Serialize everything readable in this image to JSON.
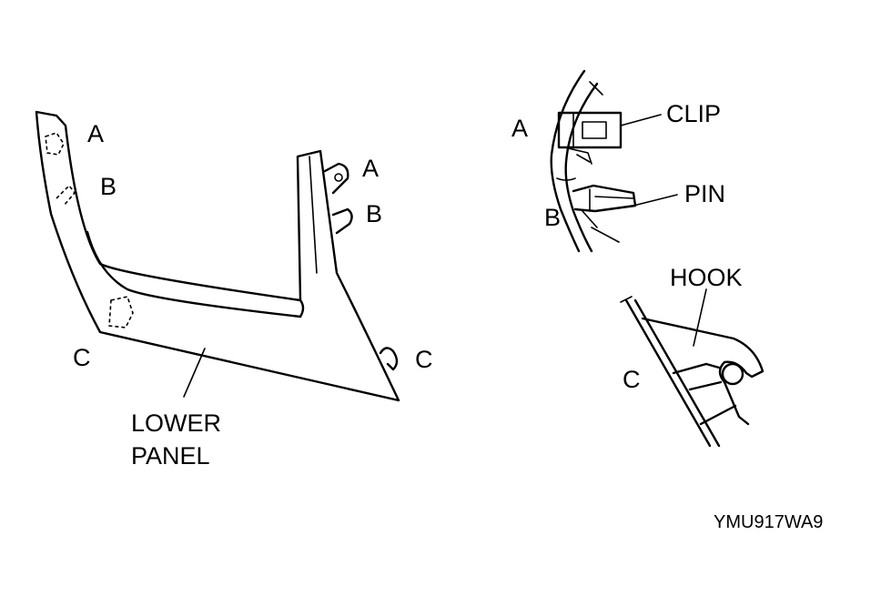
{
  "labels": {
    "panel_a": "A",
    "panel_b": "B",
    "panel_c": "C",
    "panel_right_a": "A",
    "panel_right_b": "B",
    "panel_right_c": "C",
    "lower_panel_line1": "LOWER",
    "lower_panel_line2": "PANEL",
    "detail_a": "A",
    "detail_b": "B",
    "detail_c": "C",
    "clip": "CLIP",
    "pin": "PIN",
    "hook": "HOOK",
    "figure_code": "YMU917WA9"
  }
}
